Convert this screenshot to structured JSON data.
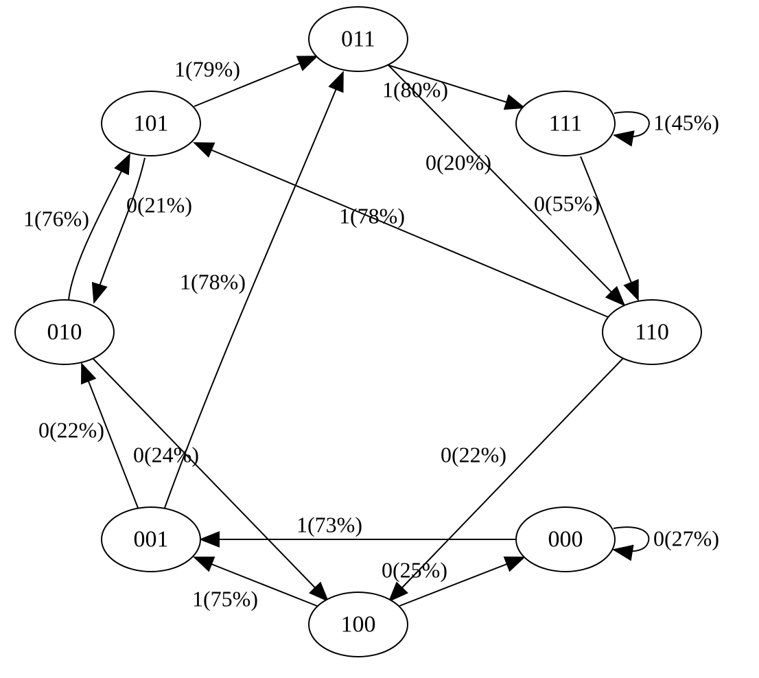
{
  "diagram": {
    "type": "state-transition-graph",
    "nodes": [
      {
        "id": "011",
        "label": "011"
      },
      {
        "id": "101",
        "label": "101"
      },
      {
        "id": "111",
        "label": "111"
      },
      {
        "id": "010",
        "label": "010"
      },
      {
        "id": "110",
        "label": "110"
      },
      {
        "id": "001",
        "label": "001"
      },
      {
        "id": "000",
        "label": "000"
      },
      {
        "id": "100",
        "label": "100"
      }
    ],
    "edges": [
      {
        "from": "101",
        "to": "011",
        "label": "1(79%)"
      },
      {
        "from": "011",
        "to": "111",
        "label": "1(80%)"
      },
      {
        "from": "011",
        "to": "110",
        "label": "0(20%)"
      },
      {
        "from": "111",
        "to": "111",
        "label": "1(45%)"
      },
      {
        "from": "111",
        "to": "110",
        "label": "0(55%)"
      },
      {
        "from": "110",
        "to": "101",
        "label": "1(78%)"
      },
      {
        "from": "101",
        "to": "010",
        "label": "0(21%)"
      },
      {
        "from": "010",
        "to": "101",
        "label": "1(76%)"
      },
      {
        "from": "001",
        "to": "011",
        "label": "1(78%)"
      },
      {
        "from": "001",
        "to": "010",
        "label": "0(22%)"
      },
      {
        "from": "010",
        "to": "100",
        "label": "0(24%)"
      },
      {
        "from": "110",
        "to": "100",
        "label": "0(22%)"
      },
      {
        "from": "000",
        "to": "001",
        "label": "1(73%)"
      },
      {
        "from": "000",
        "to": "000",
        "label": "0(27%)"
      },
      {
        "from": "100",
        "to": "000",
        "label": "0(25%)"
      },
      {
        "from": "100",
        "to": "001",
        "label": "1(75%)"
      }
    ]
  }
}
